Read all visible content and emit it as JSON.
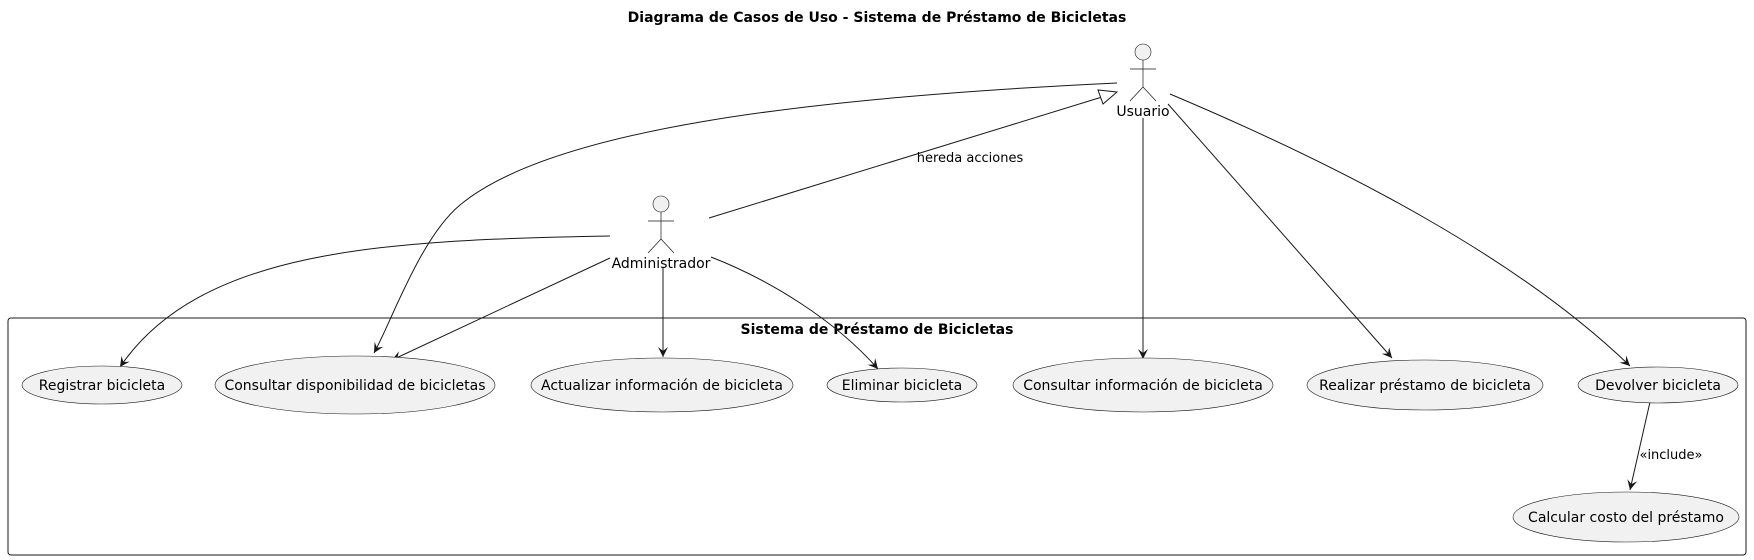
{
  "title": "Diagrama de Casos de Uso - Sistema de Préstamo de Bicicletas",
  "system": {
    "name": "Sistema de Préstamo de Bicicletas"
  },
  "actors": {
    "usuario": "Usuario",
    "administrador": "Administrador"
  },
  "use_cases": {
    "registrar": "Registrar bicicleta",
    "consultar_disponibilidad": "Consultar disponibilidad de bicicletas",
    "actualizar": "Actualizar información de bicicleta",
    "eliminar": "Eliminar bicicleta",
    "consultar_info": "Consultar información de bicicleta",
    "realizar_prestamo": "Realizar préstamo de bicicleta",
    "devolver": "Devolver bicicleta",
    "calcular_costo": "Calcular costo del préstamo"
  },
  "relations": {
    "inheritance_label": "hereda acciones",
    "include_label": "«include»"
  }
}
